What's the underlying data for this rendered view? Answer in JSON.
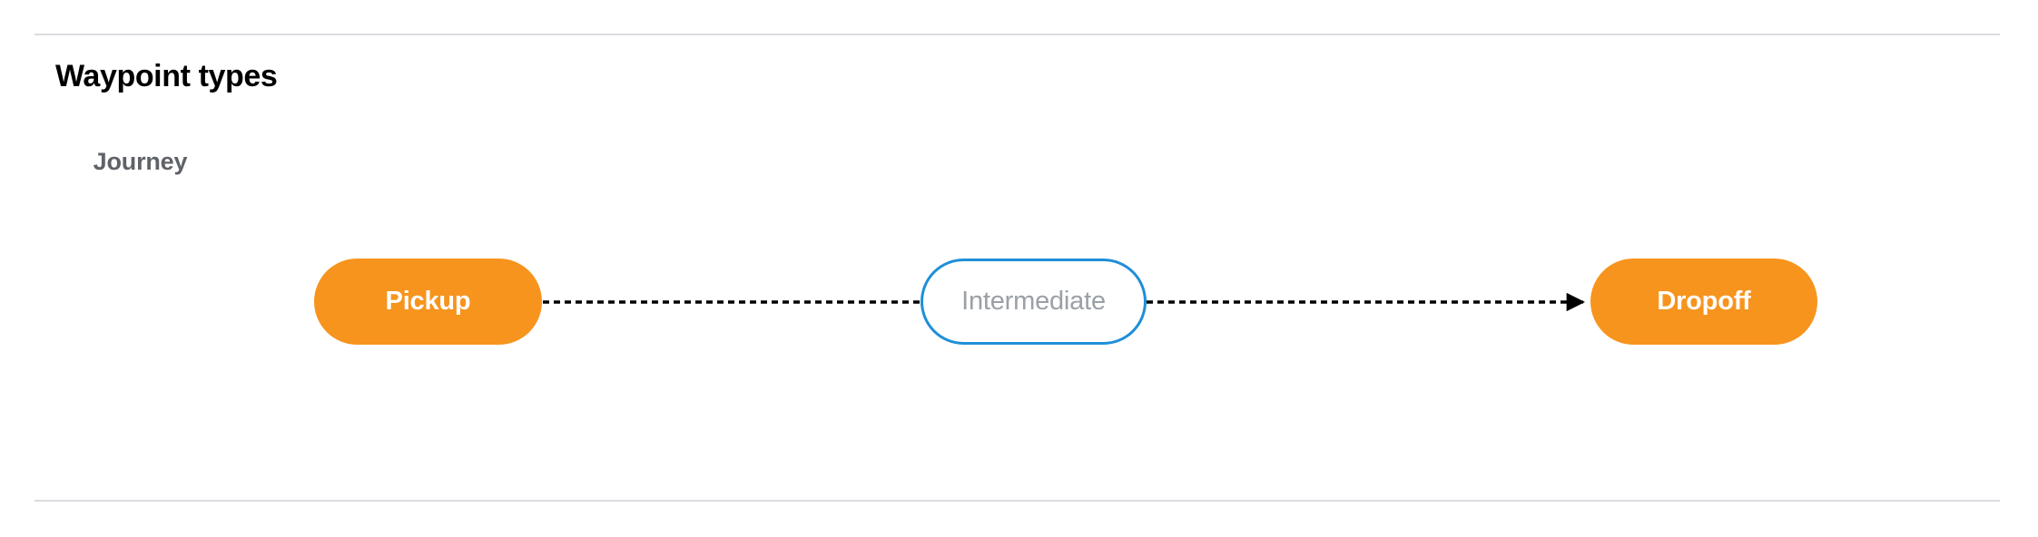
{
  "section": {
    "title": "Waypoint types"
  },
  "diagram": {
    "graph_label": "Journey",
    "type": "flow",
    "colors": {
      "terminal_fill": "#f7941e",
      "terminal_text": "#ffffff",
      "intermediate_border": "#1f8fd8",
      "intermediate_fill": "#ffffff",
      "intermediate_text": "#9aa0a6",
      "edge": "#000000",
      "divider": "#dadce0",
      "graph_label_text": "#5f6368",
      "title_text": "#000000"
    },
    "nodes": [
      {
        "id": "pickup",
        "label": "Pickup",
        "shape": "pill",
        "style": "filled-orange"
      },
      {
        "id": "intermediate",
        "label": "Intermediate",
        "shape": "pill",
        "style": "outlined-blue"
      },
      {
        "id": "dropoff",
        "label": "Dropoff",
        "shape": "pill",
        "style": "filled-orange"
      }
    ],
    "edges": [
      {
        "from": "pickup",
        "to": "intermediate",
        "style": "dashed",
        "arrowhead": false
      },
      {
        "from": "intermediate",
        "to": "dropoff",
        "style": "dashed",
        "arrowhead": true
      }
    ]
  }
}
